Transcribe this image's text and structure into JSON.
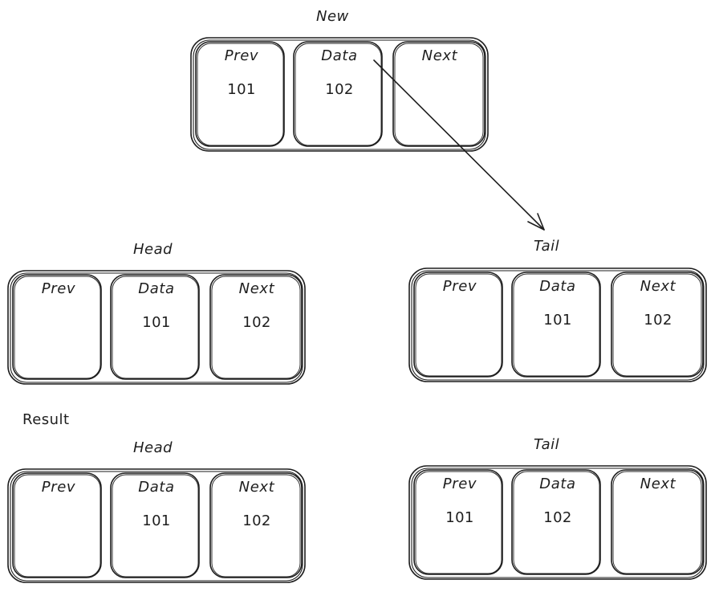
{
  "nodes": {
    "new": {
      "title": "New",
      "prev": {
        "label": "Prev",
        "value": "101"
      },
      "data": {
        "label": "Data",
        "value": "102"
      },
      "next": {
        "label": "Next",
        "value": ""
      }
    },
    "head1": {
      "title": "Head",
      "prev": {
        "label": "Prev",
        "value": ""
      },
      "data": {
        "label": "Data",
        "value": "101"
      },
      "next": {
        "label": "Next",
        "value": "102"
      }
    },
    "tail1": {
      "title": "Tail",
      "prev": {
        "label": "Prev",
        "value": ""
      },
      "data": {
        "label": "Data",
        "value": "101"
      },
      "next": {
        "label": "Next",
        "value": "102"
      }
    },
    "head2": {
      "title": "Head",
      "prev": {
        "label": "Prev",
        "value": ""
      },
      "data": {
        "label": "Data",
        "value": "101"
      },
      "next": {
        "label": "Next",
        "value": "102"
      }
    },
    "tail2": {
      "title": "Tail",
      "prev": {
        "label": "Prev",
        "value": "101"
      },
      "data": {
        "label": "Data",
        "value": "102"
      },
      "next": {
        "label": "Next",
        "value": ""
      }
    }
  },
  "result_label": "Result",
  "colors": {
    "stroke": "#1e1e1e",
    "background": "#ffffff"
  }
}
